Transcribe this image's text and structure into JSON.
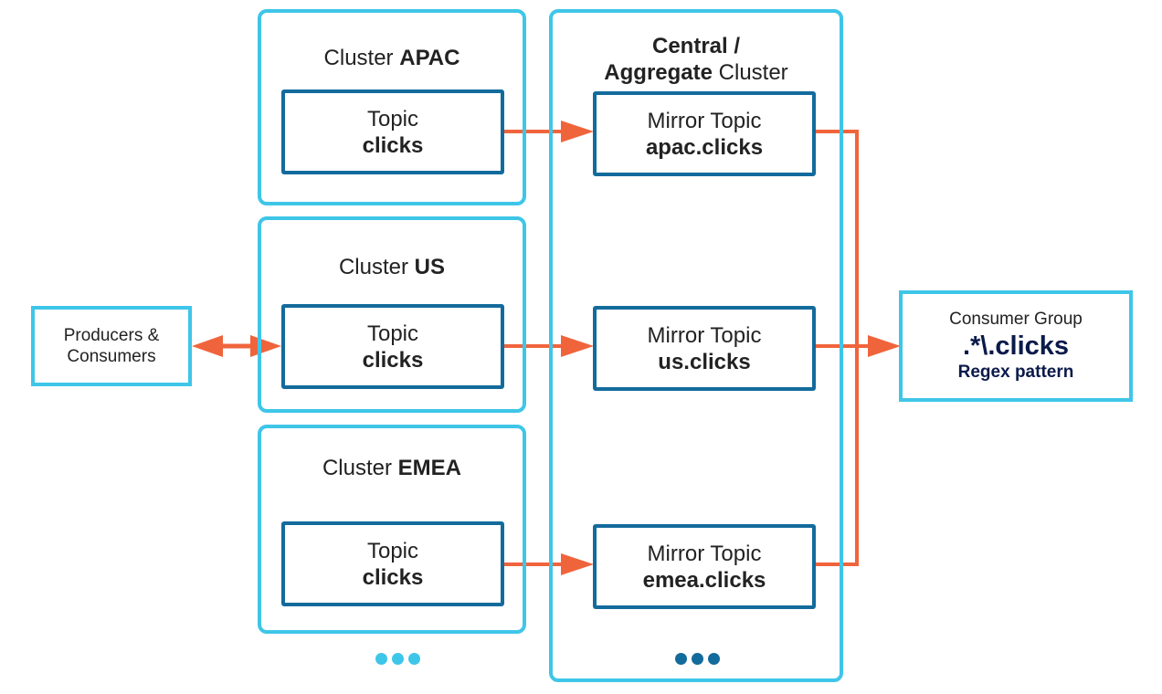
{
  "clusters": [
    {
      "title_prefix": "Cluster",
      "title_name": "APAC",
      "topic_label": "Topic",
      "topic_name": "clicks"
    },
    {
      "title_prefix": "Cluster",
      "title_name": "US",
      "topic_label": "Topic",
      "topic_name": "clicks"
    },
    {
      "title_prefix": "Cluster",
      "title_name": "EMEA",
      "topic_label": "Topic",
      "topic_name": "clicks"
    }
  ],
  "central": {
    "title_bold_1": "Central /",
    "title_bold_2": "Aggregate",
    "title_rest": "Cluster",
    "mirrors": [
      {
        "label": "Mirror Topic",
        "name": "apac.clicks"
      },
      {
        "label": "Mirror Topic",
        "name": "us.clicks"
      },
      {
        "label": "Mirror Topic",
        "name": "emea.clicks"
      }
    ]
  },
  "producers": {
    "line1": "Producers &",
    "line2": "Consumers"
  },
  "consumer_group": {
    "label": "Consumer Group",
    "pattern": ".*\\.clicks",
    "subtitle": "Regex pattern"
  },
  "colors": {
    "cluster_border": "#3ec6e8",
    "topic_border": "#136b9c",
    "arrow": "#f0643c",
    "pattern_text": "#0b1a4a"
  },
  "icons": {
    "more_clusters": "ellipsis-dots-icon",
    "more_mirrors": "ellipsis-dots-icon"
  }
}
